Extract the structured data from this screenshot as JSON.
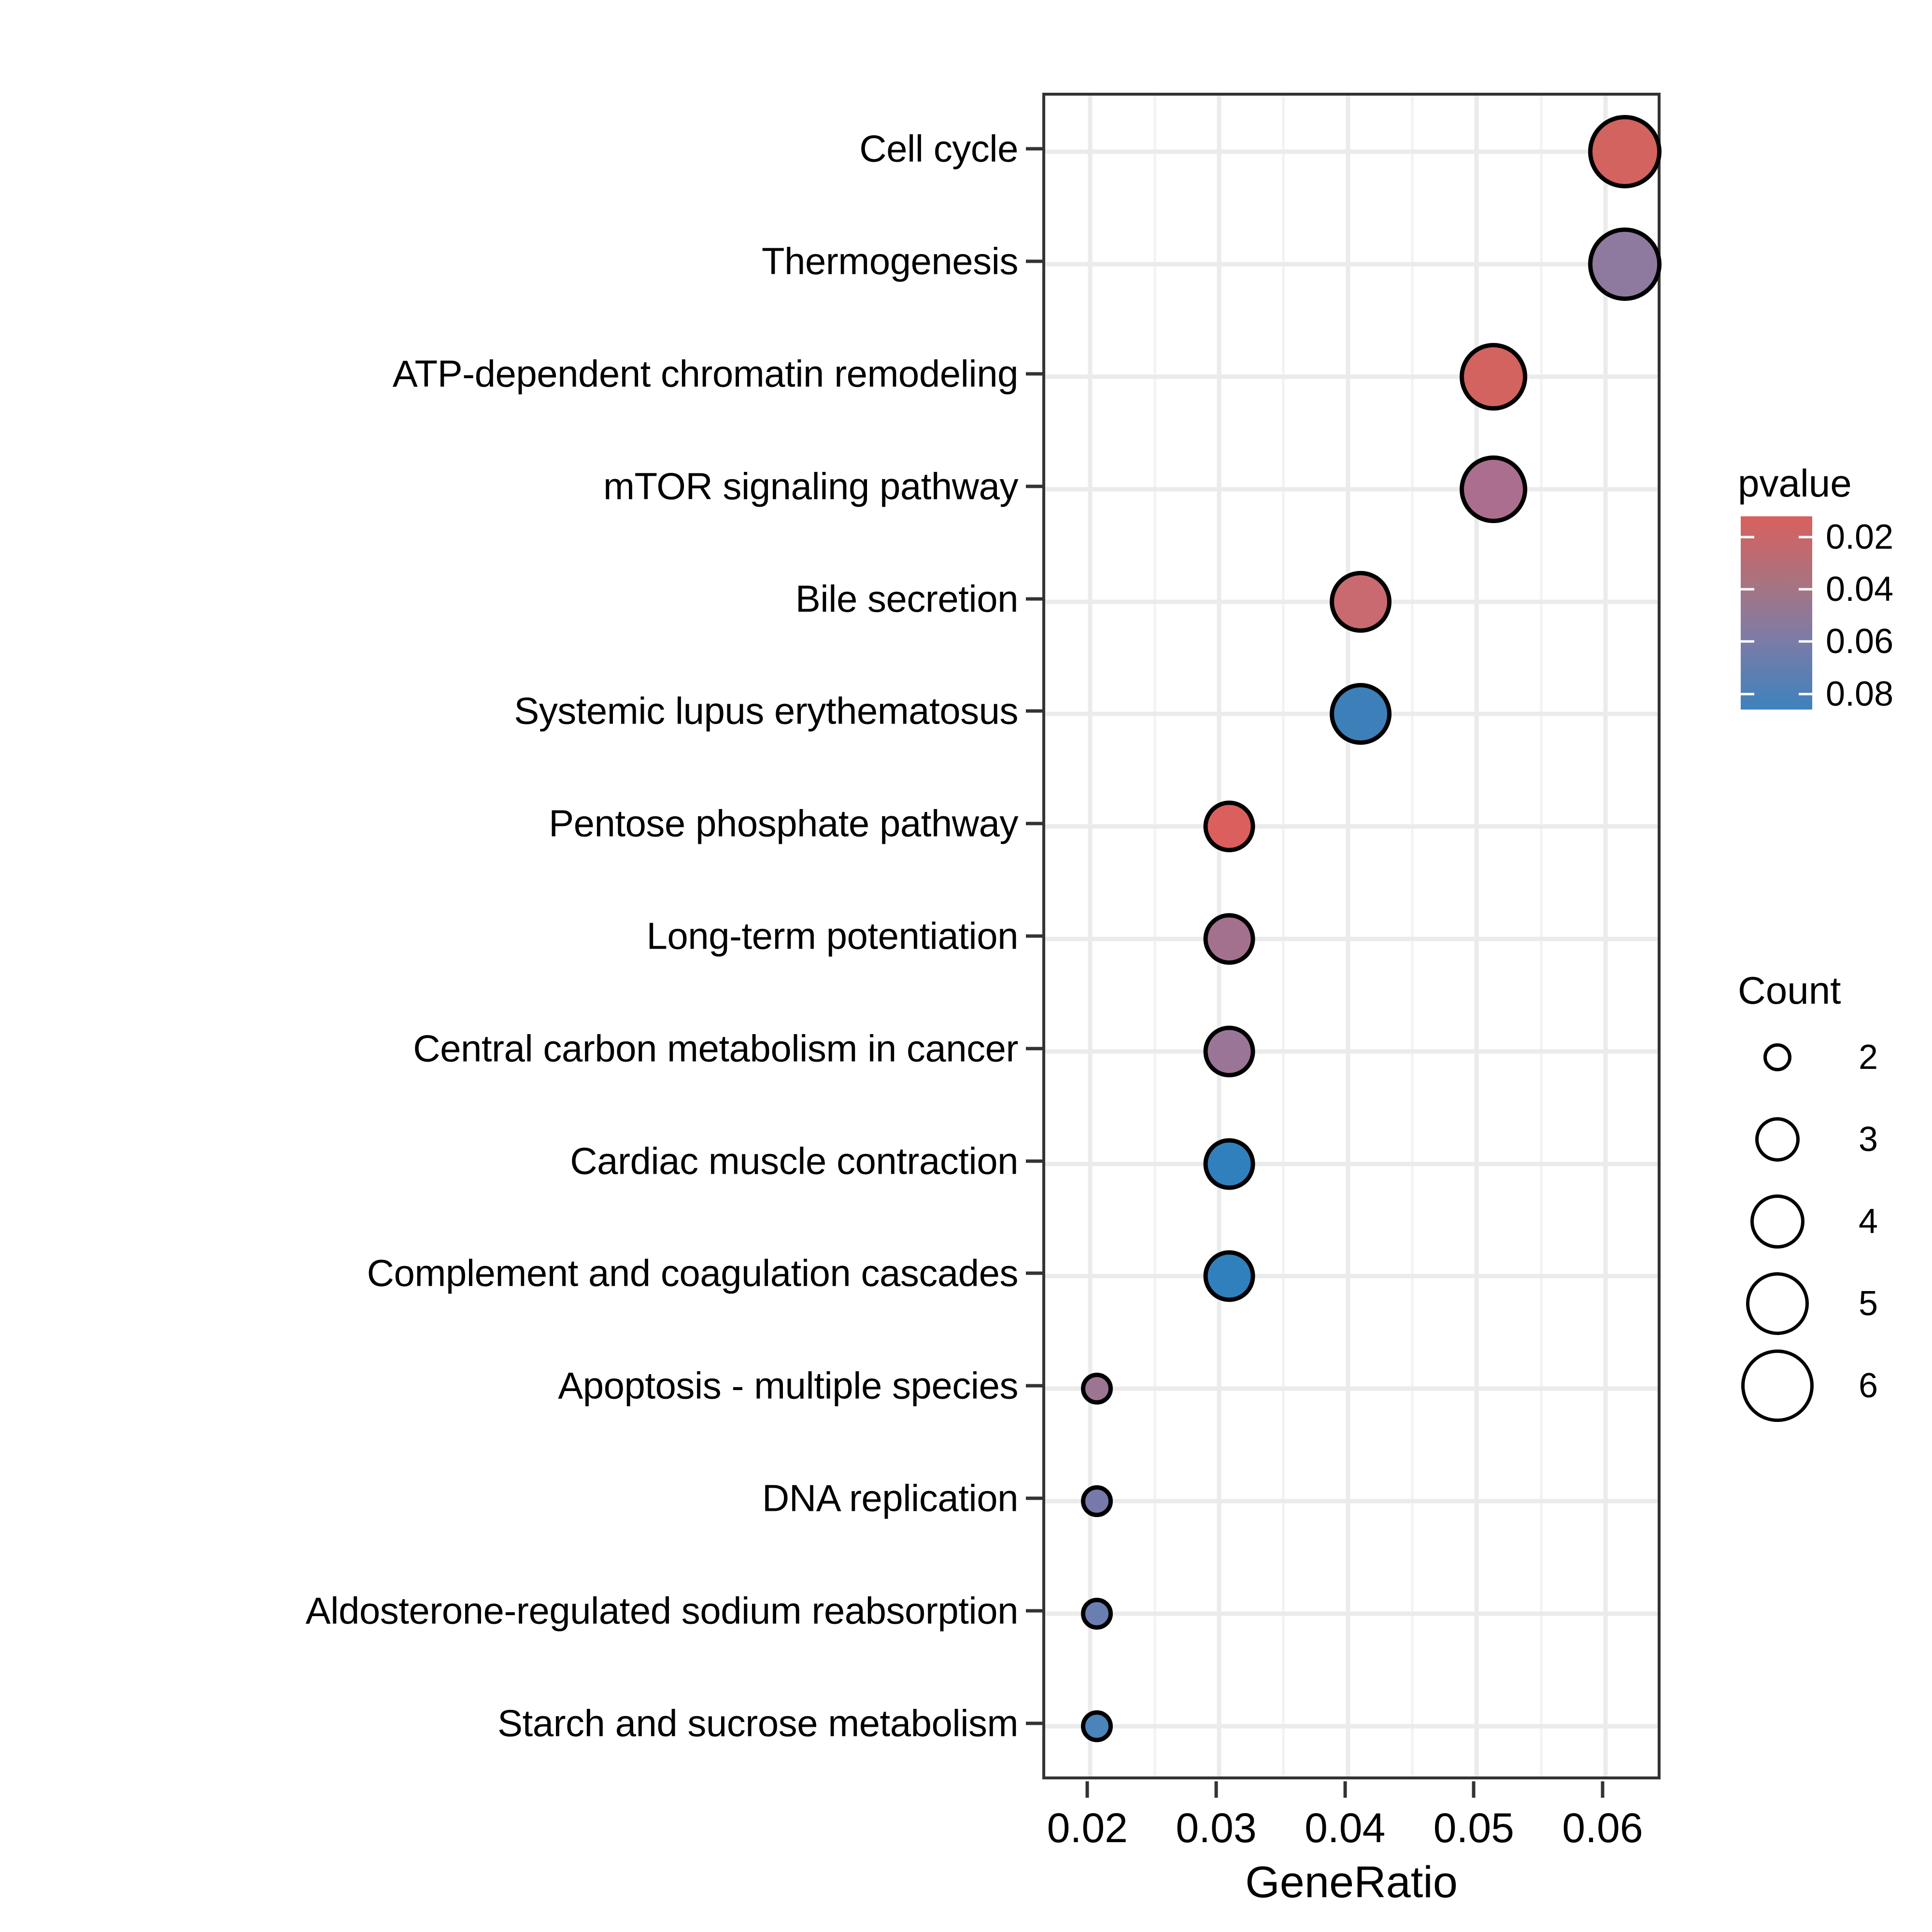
{
  "chart_data": {
    "type": "scatter",
    "plot_style": "dot-plot (bubble) KEGG pathway enrichment",
    "title": "",
    "xlabel": "GeneRatio",
    "ylabel": "",
    "xlim": [
      0.0165,
      0.0645
    ],
    "xticks": [
      0.02,
      0.03,
      0.04,
      0.05,
      0.06
    ],
    "xticklabels": [
      "0.02",
      "0.03",
      "0.04",
      "0.05",
      "0.06"
    ],
    "xminor": [
      0.025,
      0.035,
      0.045,
      0.055
    ],
    "grid": true,
    "categories": [
      "Cell cycle",
      "Thermogenesis",
      "ATP-dependent chromatin remodeling",
      "mTOR signaling pathway",
      "Bile secretion",
      "Systemic lupus erythematosus",
      "Pentose phosphate pathway",
      "Long-term potentiation",
      "Central carbon metabolism in cancer",
      "Cardiac muscle contraction",
      "Complement and coagulation cascades",
      "Apoptosis - multiple species",
      "DNA replication",
      "Aldosterone-regulated sodium reabsorption",
      "Starch and sucrose metabolism"
    ],
    "points": [
      {
        "label": "Cell cycle",
        "GeneRatio": 0.0615,
        "Count": 6,
        "pvalue": 0.021,
        "color": "#d2635f"
      },
      {
        "label": "Thermogenesis",
        "GeneRatio": 0.0615,
        "Count": 6,
        "pvalue": 0.045,
        "color": "#8e7a9e"
      },
      {
        "label": "ATP-dependent chromatin remodeling",
        "GeneRatio": 0.0513,
        "Count": 5,
        "pvalue": 0.021,
        "color": "#d2635f"
      },
      {
        "label": "mTOR signaling pathway",
        "GeneRatio": 0.0513,
        "Count": 5,
        "pvalue": 0.038,
        "color": "#ab6e8e"
      },
      {
        "label": "Bile secretion",
        "GeneRatio": 0.041,
        "Count": 4,
        "pvalue": 0.025,
        "color": "#c96a70"
      },
      {
        "label": "Systemic lupus erythematosus",
        "GeneRatio": 0.041,
        "Count": 4,
        "pvalue": 0.079,
        "color": "#3d7fb8"
      },
      {
        "label": "Pentose phosphate pathway",
        "GeneRatio": 0.0308,
        "Count": 3,
        "pvalue": 0.017,
        "color": "#db5f5c"
      },
      {
        "label": "Long-term potentiation",
        "GeneRatio": 0.0308,
        "Count": 3,
        "pvalue": 0.04,
        "color": "#a3708d"
      },
      {
        "label": "Central carbon metabolism in cancer",
        "GeneRatio": 0.0308,
        "Count": 3,
        "pvalue": 0.044,
        "color": "#9a7597"
      },
      {
        "label": "Cardiac muscle contraction",
        "GeneRatio": 0.0308,
        "Count": 3,
        "pvalue": 0.076,
        "color": "#3080bd"
      },
      {
        "label": "Complement and coagulation cascades",
        "GeneRatio": 0.0308,
        "Count": 3,
        "pvalue": 0.077,
        "color": "#3080bd"
      },
      {
        "label": "Apoptosis - multiple species",
        "GeneRatio": 0.0205,
        "Count": 2,
        "pvalue": 0.043,
        "color": "#9c7593"
      },
      {
        "label": "DNA replication",
        "GeneRatio": 0.0205,
        "Count": 2,
        "pvalue": 0.056,
        "color": "#7879ab"
      },
      {
        "label": "Aldosterone-regulated sodium reabsorption",
        "GeneRatio": 0.0205,
        "Count": 2,
        "pvalue": 0.063,
        "color": "#6a7eb2"
      },
      {
        "label": "Starch and sucrose metabolism",
        "GeneRatio": 0.0205,
        "Count": 2,
        "pvalue": 0.072,
        "color": "#4a84ba"
      }
    ],
    "legends": [
      {
        "name": "pvalue",
        "title": "pvalue",
        "type": "colorbar",
        "range": [
          0.012,
          0.086
        ],
        "ticks": [
          0.02,
          0.04,
          0.06,
          0.08
        ],
        "ticklabels": [
          "0.02",
          "0.04",
          "0.06",
          "0.08"
        ],
        "color_high": "#d9605e",
        "color_low": "#3d82bd",
        "position": "right-top"
      },
      {
        "name": "Count",
        "title": "Count",
        "type": "size",
        "values": [
          2,
          3,
          4,
          5,
          6
        ],
        "labels": [
          "2",
          "3",
          "4",
          "5",
          "6"
        ],
        "position": "right-bottom"
      }
    ]
  }
}
